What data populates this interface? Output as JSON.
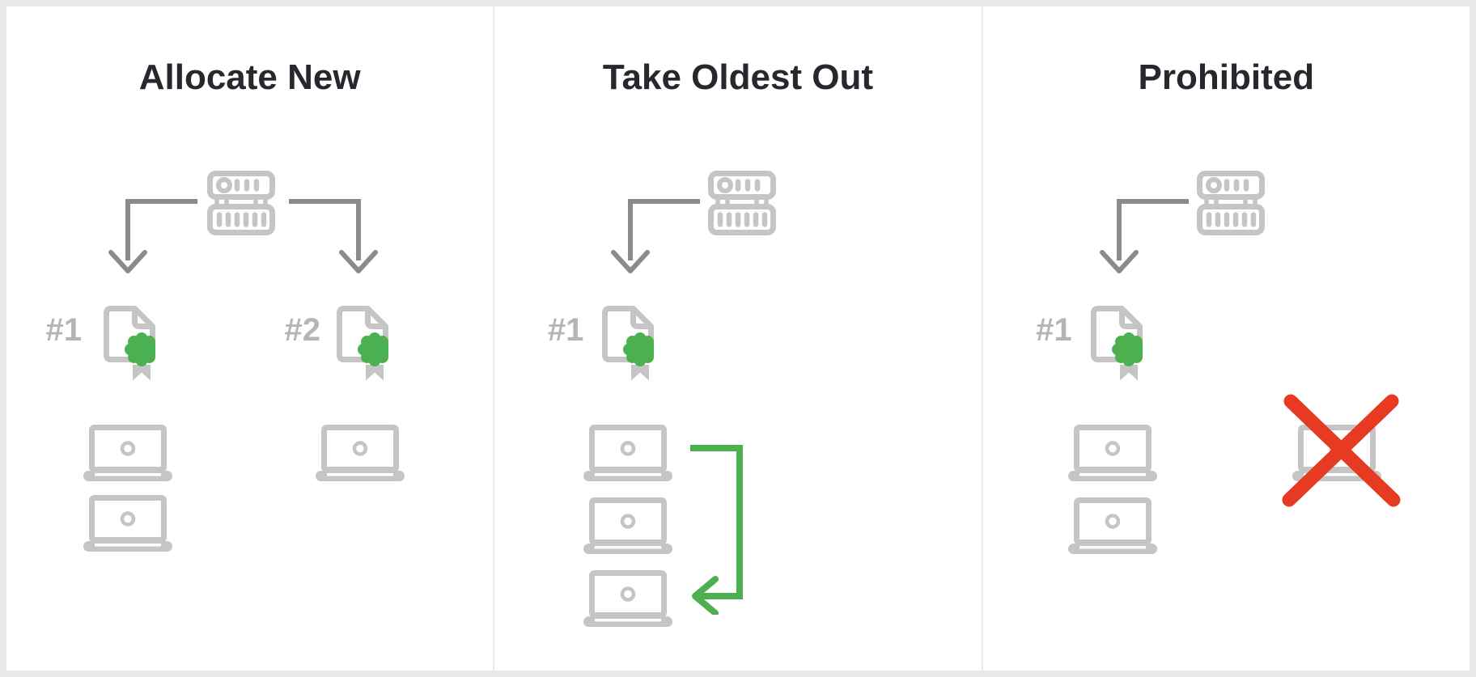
{
  "diagram": {
    "type": "certificate-allocation-policy",
    "colors": {
      "canvas_frame": "#e9eaeb",
      "panel_background": "#ffffff",
      "icon_gray": "#c5c5c5",
      "flow_arrow_gray": "#8b8b8b",
      "label_gray": "#b5b5b5",
      "title_text": "#26282d",
      "seal_green": "#4caf50",
      "recycle_arrow_green": "#4caf50",
      "prohibited_red": "#e73a22"
    },
    "icons": [
      "server-icon",
      "down-arrow-icon",
      "certificate-icon",
      "seal-icon",
      "laptop-icon",
      "recycle-arrow-icon",
      "prohibited-x-icon"
    ]
  },
  "panels": [
    {
      "title": "Allocate New",
      "certificates": [
        {
          "label": "#1"
        },
        {
          "label": "#2"
        }
      ]
    },
    {
      "title": "Take Oldest Out",
      "certificates": [
        {
          "label": "#1"
        }
      ]
    },
    {
      "title": "Prohibited",
      "certificates": [
        {
          "label": "#1"
        }
      ]
    }
  ]
}
